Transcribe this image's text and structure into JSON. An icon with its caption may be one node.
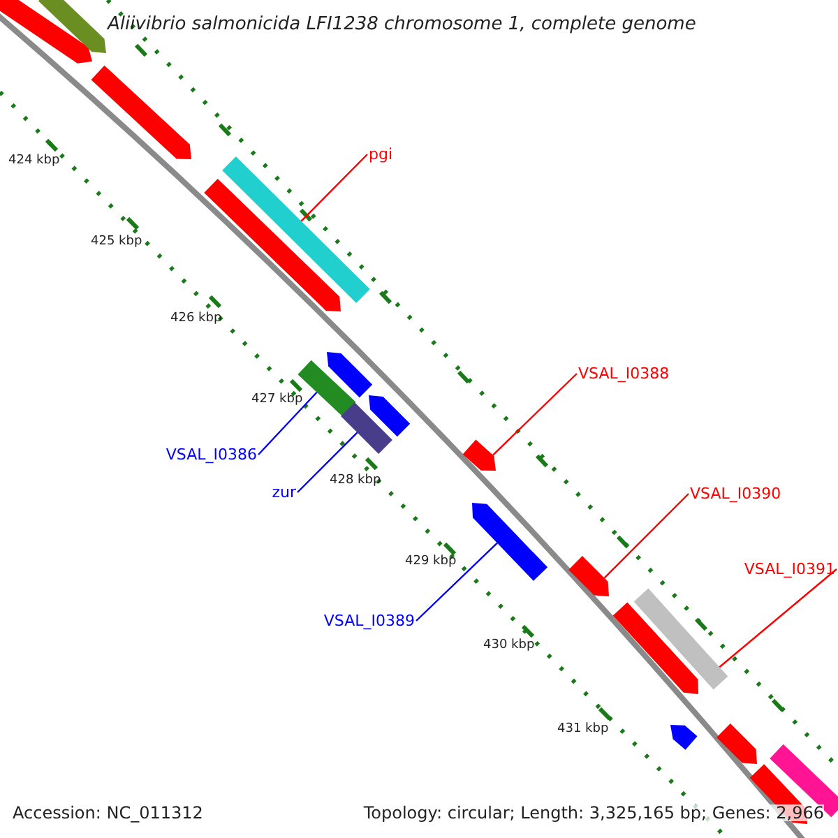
{
  "diagram": {
    "title": "Aliivibrio salmonicida LFI1238 chromosome 1, complete genome",
    "nodes": [
      {
        "text": [
          "pgi"
        ]
      },
      {
        "text": [],
        "shape": "bar"
      },
      {
        "text": [
          "VSAL_I0388"
        ]
      },
      {
        "text": [],
        "shape": "bar"
      },
      {
        "text": [
          "VSAL_I0386"
        ]
      },
      {
        "text": [],
        "shape": "bar"
      },
      {
        "text": [
          "zur"
        ]
      },
      {
        "text": [],
        "shape": "bar"
      },
      {
        "text": [
          "VSAL_I0390"
        ]
      },
      {
        "text": [],
        "shape": "bar"
      },
      {
        "text": [
          "VSAL_I0389"
        ]
      },
      {
        "text": [],
        "shape": "bar"
      },
      {
        "text": [
          "VSAL_I0391"
        ]
      },
      {
        "text": [],
        "shape": "bar"
      },
      {
        "text": [],
        "shape": "bar"
      },
      {
        "text": [],
        "shape": "bar"
      },
      {
        "text": [],
        "shape": "bar"
      },
      {
        "text": [],
        "shape": "bar"
      },
      {
        "text": [],
        "shape": "bar"
      },
      {
        "text": [],
        "shape": "bar"
      },
      {
        "text": [],
        "shape": "bar"
      },
      {
        "text": [],
        "shape": "bar"
      },
      {
        "text": [],
        "shape": "bar"
      },
      {
        "text": [],
        "shape": "bar"
      },
      {
        "text": [],
        "shape": "bar"
      }
    ],
    "edges": [
      {
        "from": 0,
        "to": 1,
        "arrow": "none"
      },
      {
        "from": 2,
        "to": 3,
        "arrow": "none"
      },
      {
        "from": 4,
        "to": 5,
        "arrow": "none",
        "color": "#0000ff"
      },
      {
        "from": 6,
        "to": 7,
        "arrow": "none",
        "color": "#0000ff"
      },
      {
        "from": 8,
        "to": 9,
        "arrow": "none"
      },
      {
        "from": 10,
        "to": 11,
        "arrow": "none",
        "color": "#0000ff"
      },
      {
        "from": 12,
        "to": 13,
        "arrow": "none"
      }
    ],
    "labels": [
      "424 kbp",
      "425 kbp",
      "426 kbp",
      "427 kbp",
      "428 kbp",
      "429 kbp",
      "430 kbp",
      "431 kbp",
      "Accession: NC_011312",
      "Topology: circular; Length: 3,325,165 bp; Genes: 2,966"
    ]
  }
}
